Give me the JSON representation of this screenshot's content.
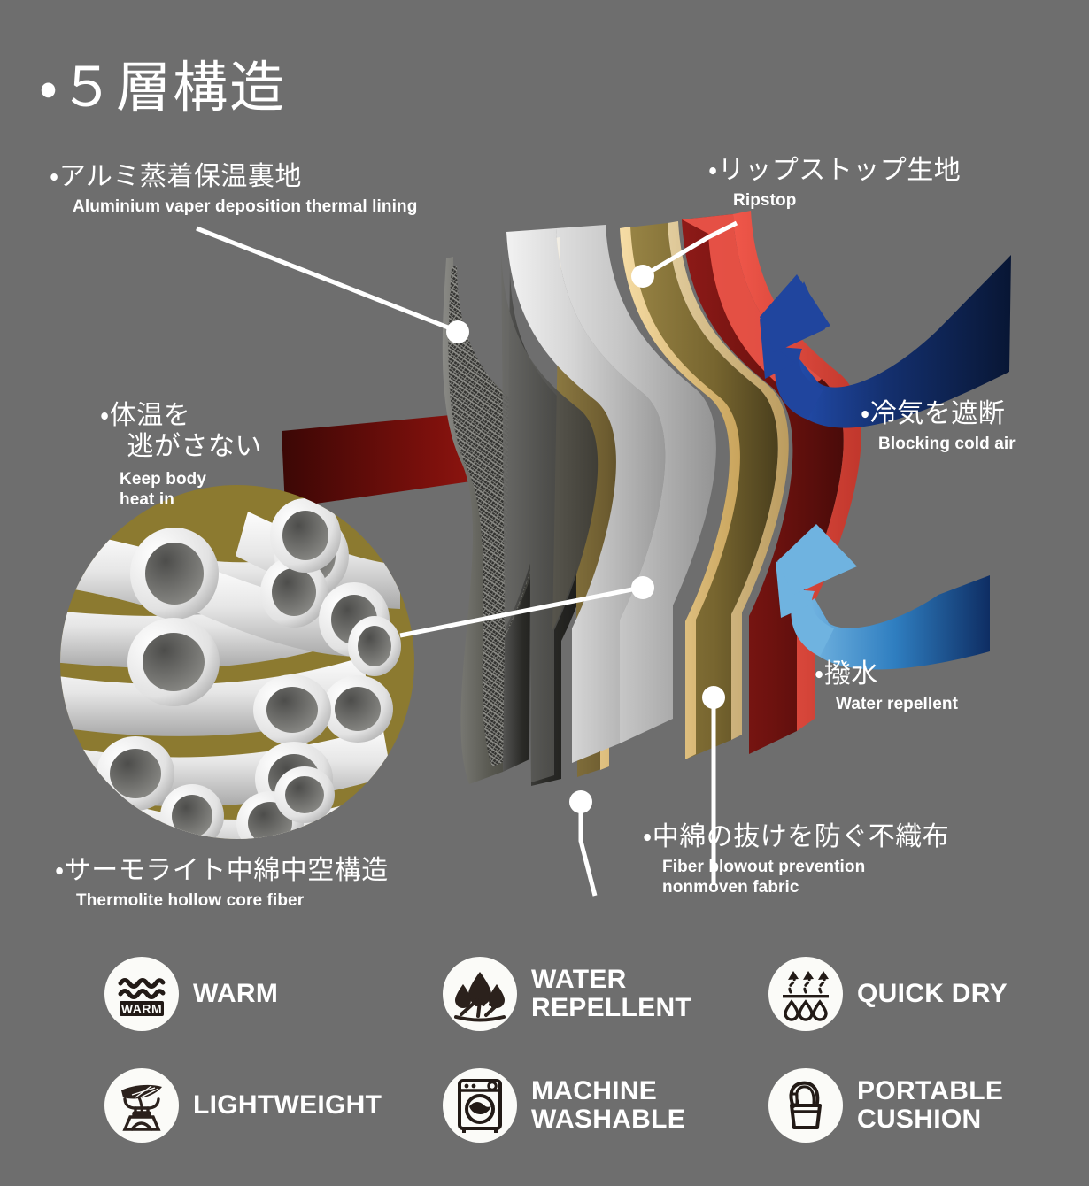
{
  "page": {
    "background_color": "#6e6e6e",
    "title": "・５層構造"
  },
  "callouts": {
    "aluminium": {
      "jp": "・アルミ蒸着保温裏地",
      "en": "Aluminium vaper deposition thermal lining"
    },
    "ripstop": {
      "jp": "・リップストップ生地",
      "en": "Ripstop"
    },
    "keep_heat": {
      "jp": "・体温を\n　逃がさない",
      "en": "Keep body\nheat in"
    },
    "block_cold": {
      "jp": "・冷気を遮断",
      "en": "Blocking cold air"
    },
    "water_repellent": {
      "jp": "・撥水",
      "en": "Water repellent"
    },
    "thermolite": {
      "jp": "・サーモライト中綿中空構造",
      "en": "Thermolite hollow core fiber"
    },
    "nonwoven": {
      "jp": "・中綿の抜けを防ぐ不織布",
      "en": "Fiber blowout prevention\nnonmoven fabric"
    }
  },
  "layers": [
    {
      "name": "aluminium-mesh-layer",
      "color": "#3a3a38"
    },
    {
      "name": "dark-olive-layer",
      "color": "#6d5c34"
    },
    {
      "name": "white-insulation-layer",
      "color": "#d8d8d8"
    },
    {
      "name": "olive-nonwoven-layer",
      "color": "#7d6a33"
    },
    {
      "name": "red-ripstop-layer",
      "color": "#a3221d"
    }
  ],
  "arrows": {
    "body_heat": {
      "name": "red-heat-arrow",
      "color": "#cf3026",
      "direction": "left"
    },
    "cold_air": {
      "name": "navy-cold-air-arrow",
      "color": "#19378c",
      "direction": "up-left"
    },
    "water": {
      "name": "blue-water-arrow",
      "color": "#59a8dc",
      "direction": "up-right"
    }
  },
  "fiber_detail": {
    "name": "hollow-core-fiber-detail",
    "background_color": "#8c7a30",
    "tube_color": "#e8e8e8"
  },
  "features": [
    {
      "id": "warm",
      "icon": "warm-icon",
      "label": "WARM",
      "inner_text": "WARM"
    },
    {
      "id": "water-repellent",
      "icon": "water-repellent-icon",
      "label": "WATER\nREPELLENT",
      "inner_text": ""
    },
    {
      "id": "quick-dry",
      "icon": "quick-dry-icon",
      "label": "QUICK DRY",
      "inner_text": ""
    },
    {
      "id": "lightweight",
      "icon": "lightweight-icon",
      "label": "LIGHTWEIGHT",
      "inner_text": ""
    },
    {
      "id": "machine-washable",
      "icon": "machine-washable-icon",
      "label": "MACHINE\nWASHABLE",
      "inner_text": ""
    },
    {
      "id": "portable-cushion",
      "icon": "portable-cushion-icon",
      "label": "PORTABLE\nCUSHION",
      "inner_text": ""
    }
  ]
}
